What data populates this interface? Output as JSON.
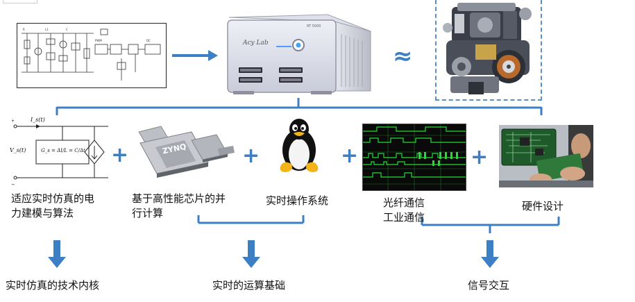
{
  "top": {
    "approx_symbol": "≈"
  },
  "device": {
    "brand": "Acy Lab",
    "model": "RT 5000"
  },
  "formula": {
    "current_label": "I_s(t)",
    "voltage_label": "V_s(t)",
    "conductance": "G_s = ΔI/L = C/Δt"
  },
  "fpga": {
    "chip_text": "ZYNQ"
  },
  "plus_signs": [
    "+",
    "+",
    "+",
    "+"
  ],
  "items": [
    {
      "label_line1": "适应实时仿真的电",
      "label_line2": "力建模与算法"
    },
    {
      "label_line1": "基于高性能芯片的并",
      "label_line2": "行计算"
    },
    {
      "label_line1": "实时操作系统",
      "label_line2": ""
    },
    {
      "label_line1": "光纤通信",
      "label_line2": "工业通信"
    },
    {
      "label_line1": "硬件设计",
      "label_line2": ""
    }
  ],
  "bottom": [
    {
      "label": "实时仿真的技术内核"
    },
    {
      "label": "实时的运算基础"
    },
    {
      "label": "信号交互"
    }
  ],
  "colors": {
    "accent": "#3d7fc4",
    "dashed_box": "#5b8ec6",
    "scope_bg": "#0a0a0a",
    "scope_trace": "#22dd33"
  }
}
